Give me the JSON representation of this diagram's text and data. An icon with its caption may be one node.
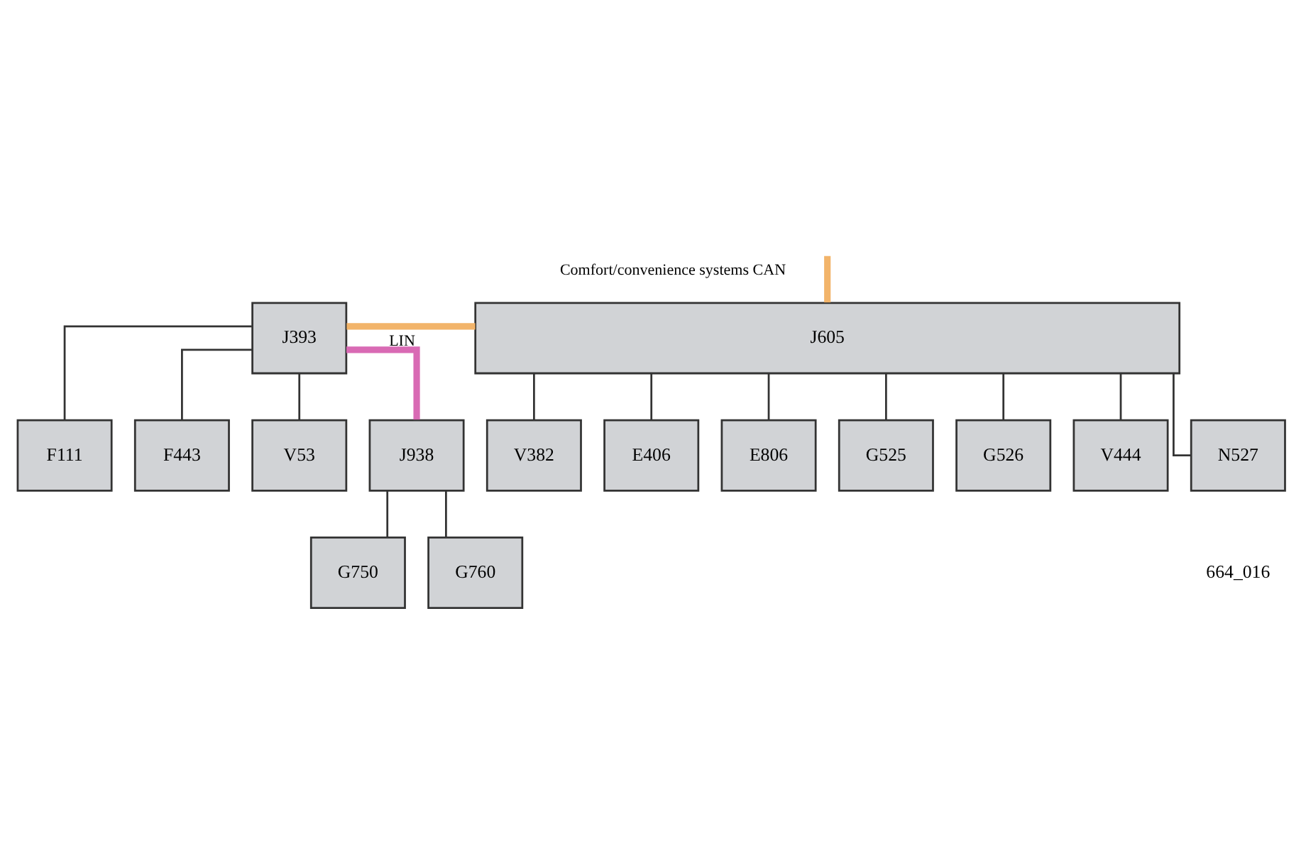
{
  "diagram": {
    "nodes": [
      {
        "text": [
          "J393"
        ]
      },
      {
        "text": [
          "J605"
        ]
      },
      {
        "text": [
          "V382"
        ]
      },
      {
        "text": [
          "E406"
        ]
      },
      {
        "text": [
          "E806"
        ]
      },
      {
        "text": [
          "G525"
        ]
      },
      {
        "text": [
          "G526"
        ]
      },
      {
        "text": [
          "V444"
        ]
      },
      {
        "text": [
          "N527"
        ]
      },
      {
        "text": [
          "F111"
        ]
      },
      {
        "text": [
          "F443"
        ]
      },
      {
        "text": [
          "V53"
        ]
      },
      {
        "text": [
          "J938"
        ]
      },
      {
        "text": [
          "G750"
        ]
      },
      {
        "text": [
          "G760"
        ]
      }
    ],
    "edges": [
      {
        "from": null,
        "to": 1,
        "arrow": "none",
        "label": "Comfort/convenience systems CAN",
        "style": "thick",
        "color": "#f2b46a"
      },
      {
        "from": 0,
        "to": 1,
        "arrow": "none",
        "style": "thick",
        "color": "#f2b46a"
      },
      {
        "from": 1,
        "to": 2,
        "arrow": "none"
      },
      {
        "from": 1,
        "to": 3,
        "arrow": "none"
      },
      {
        "from": 1,
        "to": 4,
        "arrow": "none"
      },
      {
        "from": 1,
        "to": 5,
        "arrow": "none"
      },
      {
        "from": 1,
        "to": 6,
        "arrow": "none"
      },
      {
        "from": 1,
        "to": 7,
        "arrow": "none"
      },
      {
        "from": 1,
        "to": 8,
        "arrow": "none"
      },
      {
        "from": 0,
        "to": 9,
        "arrow": "none"
      },
      {
        "from": 0,
        "to": 10,
        "arrow": "none"
      },
      {
        "from": 0,
        "to": 11,
        "arrow": "none"
      },
      {
        "from": 0,
        "to": 12,
        "arrow": "none",
        "label": "LIN",
        "style": "thick",
        "color": "#d96ab4"
      },
      {
        "from": 12,
        "to": 13,
        "arrow": "none"
      },
      {
        "from": 12,
        "to": 14,
        "arrow": "none"
      }
    ],
    "labels": [
      "664_016"
    ]
  }
}
